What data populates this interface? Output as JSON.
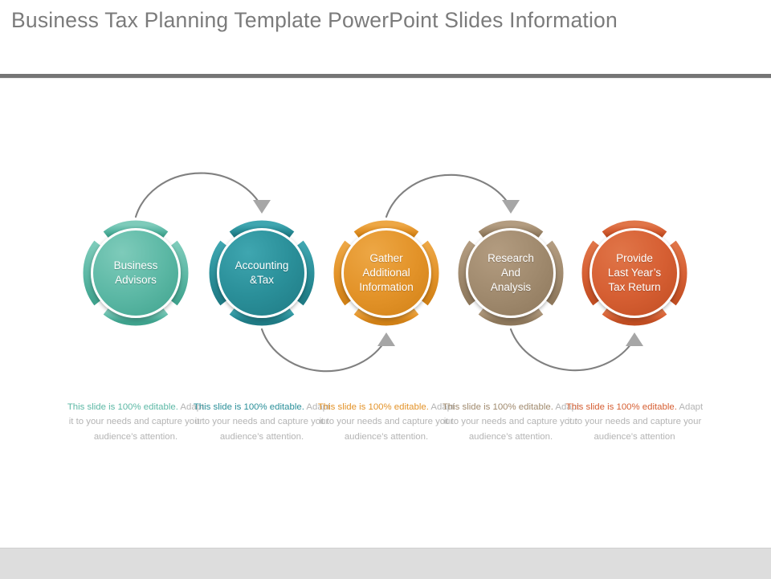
{
  "slide": {
    "title": "Business Tax Planning Template PowerPoint Slides Information",
    "title_color": "#7b7b7b",
    "rule_color": "#757575",
    "footer_color": "#dddddd",
    "background": "#ffffff",
    "arrow_color": "#808080",
    "arrowhead_color": "#a6a6a6"
  },
  "nodes": [
    {
      "id": "business-advisors",
      "label": "Business\nAdvisors",
      "color": "#5cb8a5",
      "color_dark": "#3fa28d",
      "color_light": "#7ecbba",
      "caption_highlight": "This slide is 100%\neditable.",
      "caption_rest": " Adapt it to your\nneeds and capture your\naudience’s attention."
    },
    {
      "id": "accounting-tax",
      "label": "Accounting\n&Tax",
      "color": "#2a8f99",
      "color_dark": "#1f7a84",
      "color_light": "#3fa6b0",
      "caption_highlight": "This slide is 100%\neditable.",
      "caption_rest": " Adapt it to your\nneeds and capture your\naudience’s attention."
    },
    {
      "id": "gather-additional-information",
      "label": "Gather\nAdditional\nInformation",
      "color": "#e39329",
      "color_dark": "#d08016",
      "color_light": "#eda745",
      "caption_highlight": "This slide is 100%\neditable.",
      "caption_rest": " Adapt it to your\nneeds and capture your\naudience’s attention."
    },
    {
      "id": "research-and-analysis",
      "label": "Research\nAnd\nAnalysis",
      "color": "#a08a6e",
      "color_dark": "#8d775b",
      "color_light": "#b39c80",
      "caption_highlight": "This slide is 100%\neditable.",
      "caption_rest": " Adapt it to your\nneeds and capture your\naudience’s attention."
    },
    {
      "id": "provide-last-years-tax-return",
      "label": "Provide\nLast Year’s\nTax Return",
      "color": "#d65f33",
      "color_dark": "#c04d22",
      "color_light": "#e07548",
      "caption_highlight": "This slide is 100%\neditable.",
      "caption_rest": " Adapt it to your\nneeds and capture your\naudience’s attention"
    }
  ],
  "connectors": [
    {
      "id": "connector-1-2",
      "from": "business-advisors",
      "to": "accounting-tax",
      "side": "top"
    },
    {
      "id": "connector-2-3",
      "from": "accounting-tax",
      "to": "gather-additional-information",
      "side": "bottom"
    },
    {
      "id": "connector-3-4",
      "from": "gather-additional-information",
      "to": "research-and-analysis",
      "side": "top"
    },
    {
      "id": "connector-4-5",
      "from": "research-and-analysis",
      "to": "provide-last-years-tax-return",
      "side": "bottom"
    }
  ]
}
